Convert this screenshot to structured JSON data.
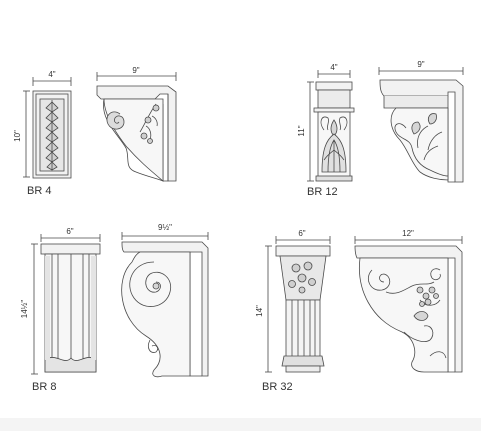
{
  "items": [
    {
      "code": "BR 4",
      "front_width": "4\"",
      "side_width": "9\"",
      "height": "10\""
    },
    {
      "code": "BR 12",
      "front_width": "4\"",
      "side_width": "9\"",
      "height": "11\""
    },
    {
      "code": "BR 8",
      "front_width": "6\"",
      "side_width": "9½\"",
      "height": "14½\""
    },
    {
      "code": "BR 32",
      "front_width": "6\"",
      "side_width": "12\"",
      "height": "14\""
    }
  ],
  "colors": {
    "line": "#4a4a4a",
    "fill": "#f2f2f2",
    "shade": "#d6d6d6"
  }
}
